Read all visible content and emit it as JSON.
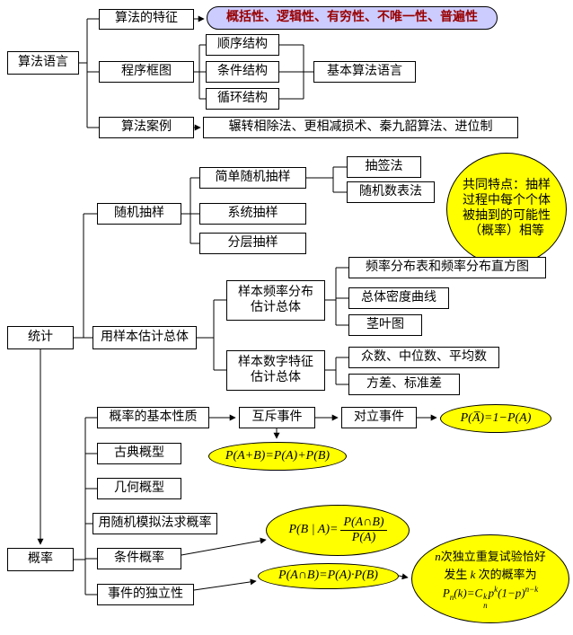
{
  "colors": {
    "box_border": "#000000",
    "highlight_purple": "#ccccff",
    "purple_text": "#990000",
    "highlight_yellow": "#ffff00",
    "line": "#000000"
  },
  "algorithm": {
    "root": "算法语言",
    "features": {
      "label": "算法的特征",
      "value": "概括性、逻辑性、有穷性、不唯一性、普遍性"
    },
    "flowchart": {
      "label": "程序框图",
      "structures": [
        "顺序结构",
        "条件结构",
        "循环结构"
      ],
      "language": "基本算法语言"
    },
    "cases": {
      "label": "算法案例",
      "value": "辗转相除法、更相减损术、秦九韶算法、进位制"
    }
  },
  "statistics": {
    "root": "统计",
    "sampling": {
      "label": "随机抽样",
      "methods": [
        "简单随机抽样",
        "系统抽样",
        "分层抽样"
      ],
      "simple_sub": [
        "抽签法",
        "随机数表法"
      ],
      "note": "共同特点：抽样过程中每个个体被抽到的可能性（概率）相等"
    },
    "estimation": {
      "label": "用样本估计总体",
      "freq": {
        "label": "样本频率分布估计总体",
        "items": [
          "频率分布表和频率分布直方图",
          "总体密度曲线",
          "茎叶图"
        ]
      },
      "numeric": {
        "label": "样本数字特征估计总体",
        "items": [
          "众数、中位数、平均数",
          "方差、标准差"
        ]
      }
    }
  },
  "probability": {
    "root": "概率",
    "branches": [
      "概率的基本性质",
      "古典概型",
      "几何概型",
      "用随机模拟法求概率",
      "条件概率",
      "事件的独立性"
    ],
    "mutually_exclusive": "互斥事件",
    "complementary": "对立事件",
    "formulas": {
      "complement": "P(A̅)=1−P(A)",
      "union": "P(A+B)=P(A)+P(B)",
      "conditional_lhs": "P(B | A)=",
      "conditional_num": "P(A∩B)",
      "conditional_den": "P(A)",
      "intersection": "P(A∩B)=P(A)·P(B)"
    },
    "binomial_note": {
      "n": "n",
      "line1": "次独立重复试验恰好",
      "pre2": "发生",
      "k": "k",
      "line2": "次的概率为",
      "f_P": "P",
      "f_n1": "n",
      "f_mid": "(k)=",
      "f_C": "C",
      "f_k1": "k",
      "f_n2": "n",
      "f_p": "p",
      "f_k2": "k",
      "f_paren": "(1−p)",
      "f_exp": "n−k"
    }
  }
}
